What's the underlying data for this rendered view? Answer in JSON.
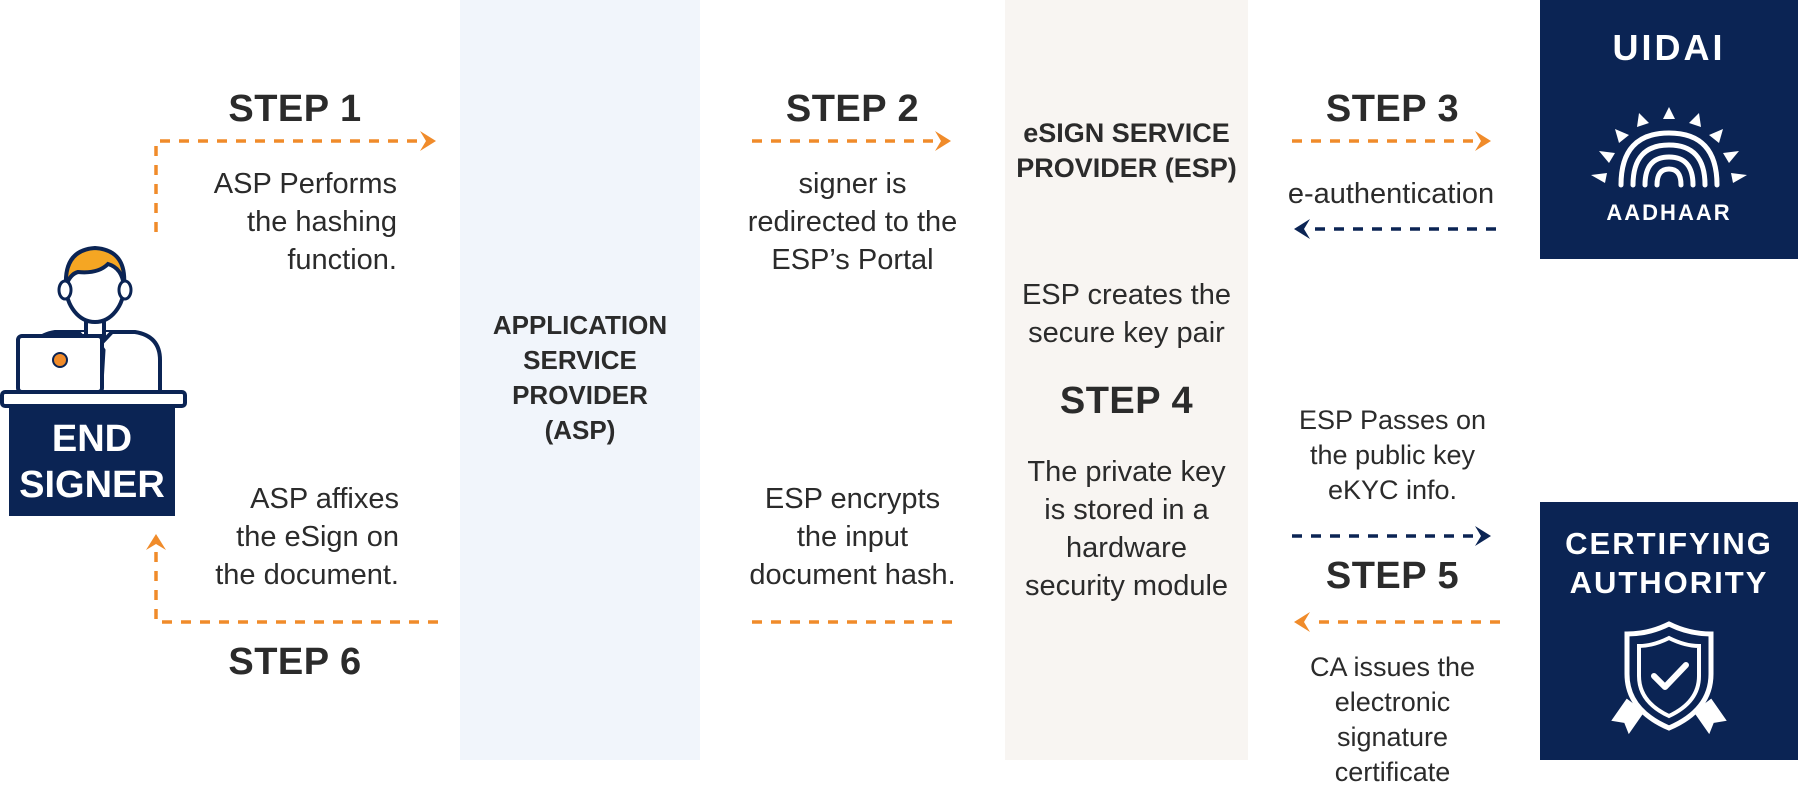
{
  "colors": {
    "orange": "#f08b2a",
    "navy": "#0b2454",
    "asp_column_bg": "#f1f5fb",
    "esp_column_bg": "#f8f5f2",
    "text": "#2b2b2b"
  },
  "end_signer": {
    "line1": "END",
    "line2": "SIGNER",
    "icon": "user-at-laptop-icon"
  },
  "asp": {
    "line1": "APPLICATION",
    "line2": "SERVICE",
    "line3": "PROVIDER",
    "line4": "(ASP)"
  },
  "esp": {
    "line1": "eSIGN SERVICE",
    "line2": "PROVIDER (ESP)"
  },
  "uidai": {
    "title": "UIDAI",
    "logo_text": "AADHAAR",
    "icon": "aadhaar-fingerprint-sun-icon"
  },
  "ca": {
    "line1": "CERTIFYING",
    "line2": "AUTHORITY",
    "icon": "shield-check-badge-icon"
  },
  "steps": {
    "step1": {
      "label": "STEP 1",
      "lines": [
        "ASP Performs",
        "the hashing",
        "function."
      ]
    },
    "step2": {
      "label": "STEP 2",
      "lines": [
        "signer is",
        "redirected to the",
        "ESP’s Portal"
      ]
    },
    "step3": {
      "label": "STEP 3",
      "lines": [
        "e-authentication"
      ]
    },
    "step4": {
      "label": "STEP 4",
      "top_lines": [
        "ESP creates the",
        "secure key pair"
      ],
      "bottom_lines": [
        "The private key",
        "is stored in a",
        "hardware",
        "security module"
      ]
    },
    "step5": {
      "label": "STEP 5",
      "top_lines": [
        "ESP Passes on",
        "the public key",
        "eKYC info."
      ],
      "bottom_lines": [
        "CA issues the",
        "electronic",
        "signature",
        "certificate"
      ]
    },
    "step6": {
      "label": "STEP 6",
      "lines": [
        "ASP affixes",
        "the eSign on",
        "the document."
      ]
    },
    "esp_encrypt": {
      "lines": [
        "ESP encrypts",
        "the input",
        "document hash."
      ]
    }
  }
}
